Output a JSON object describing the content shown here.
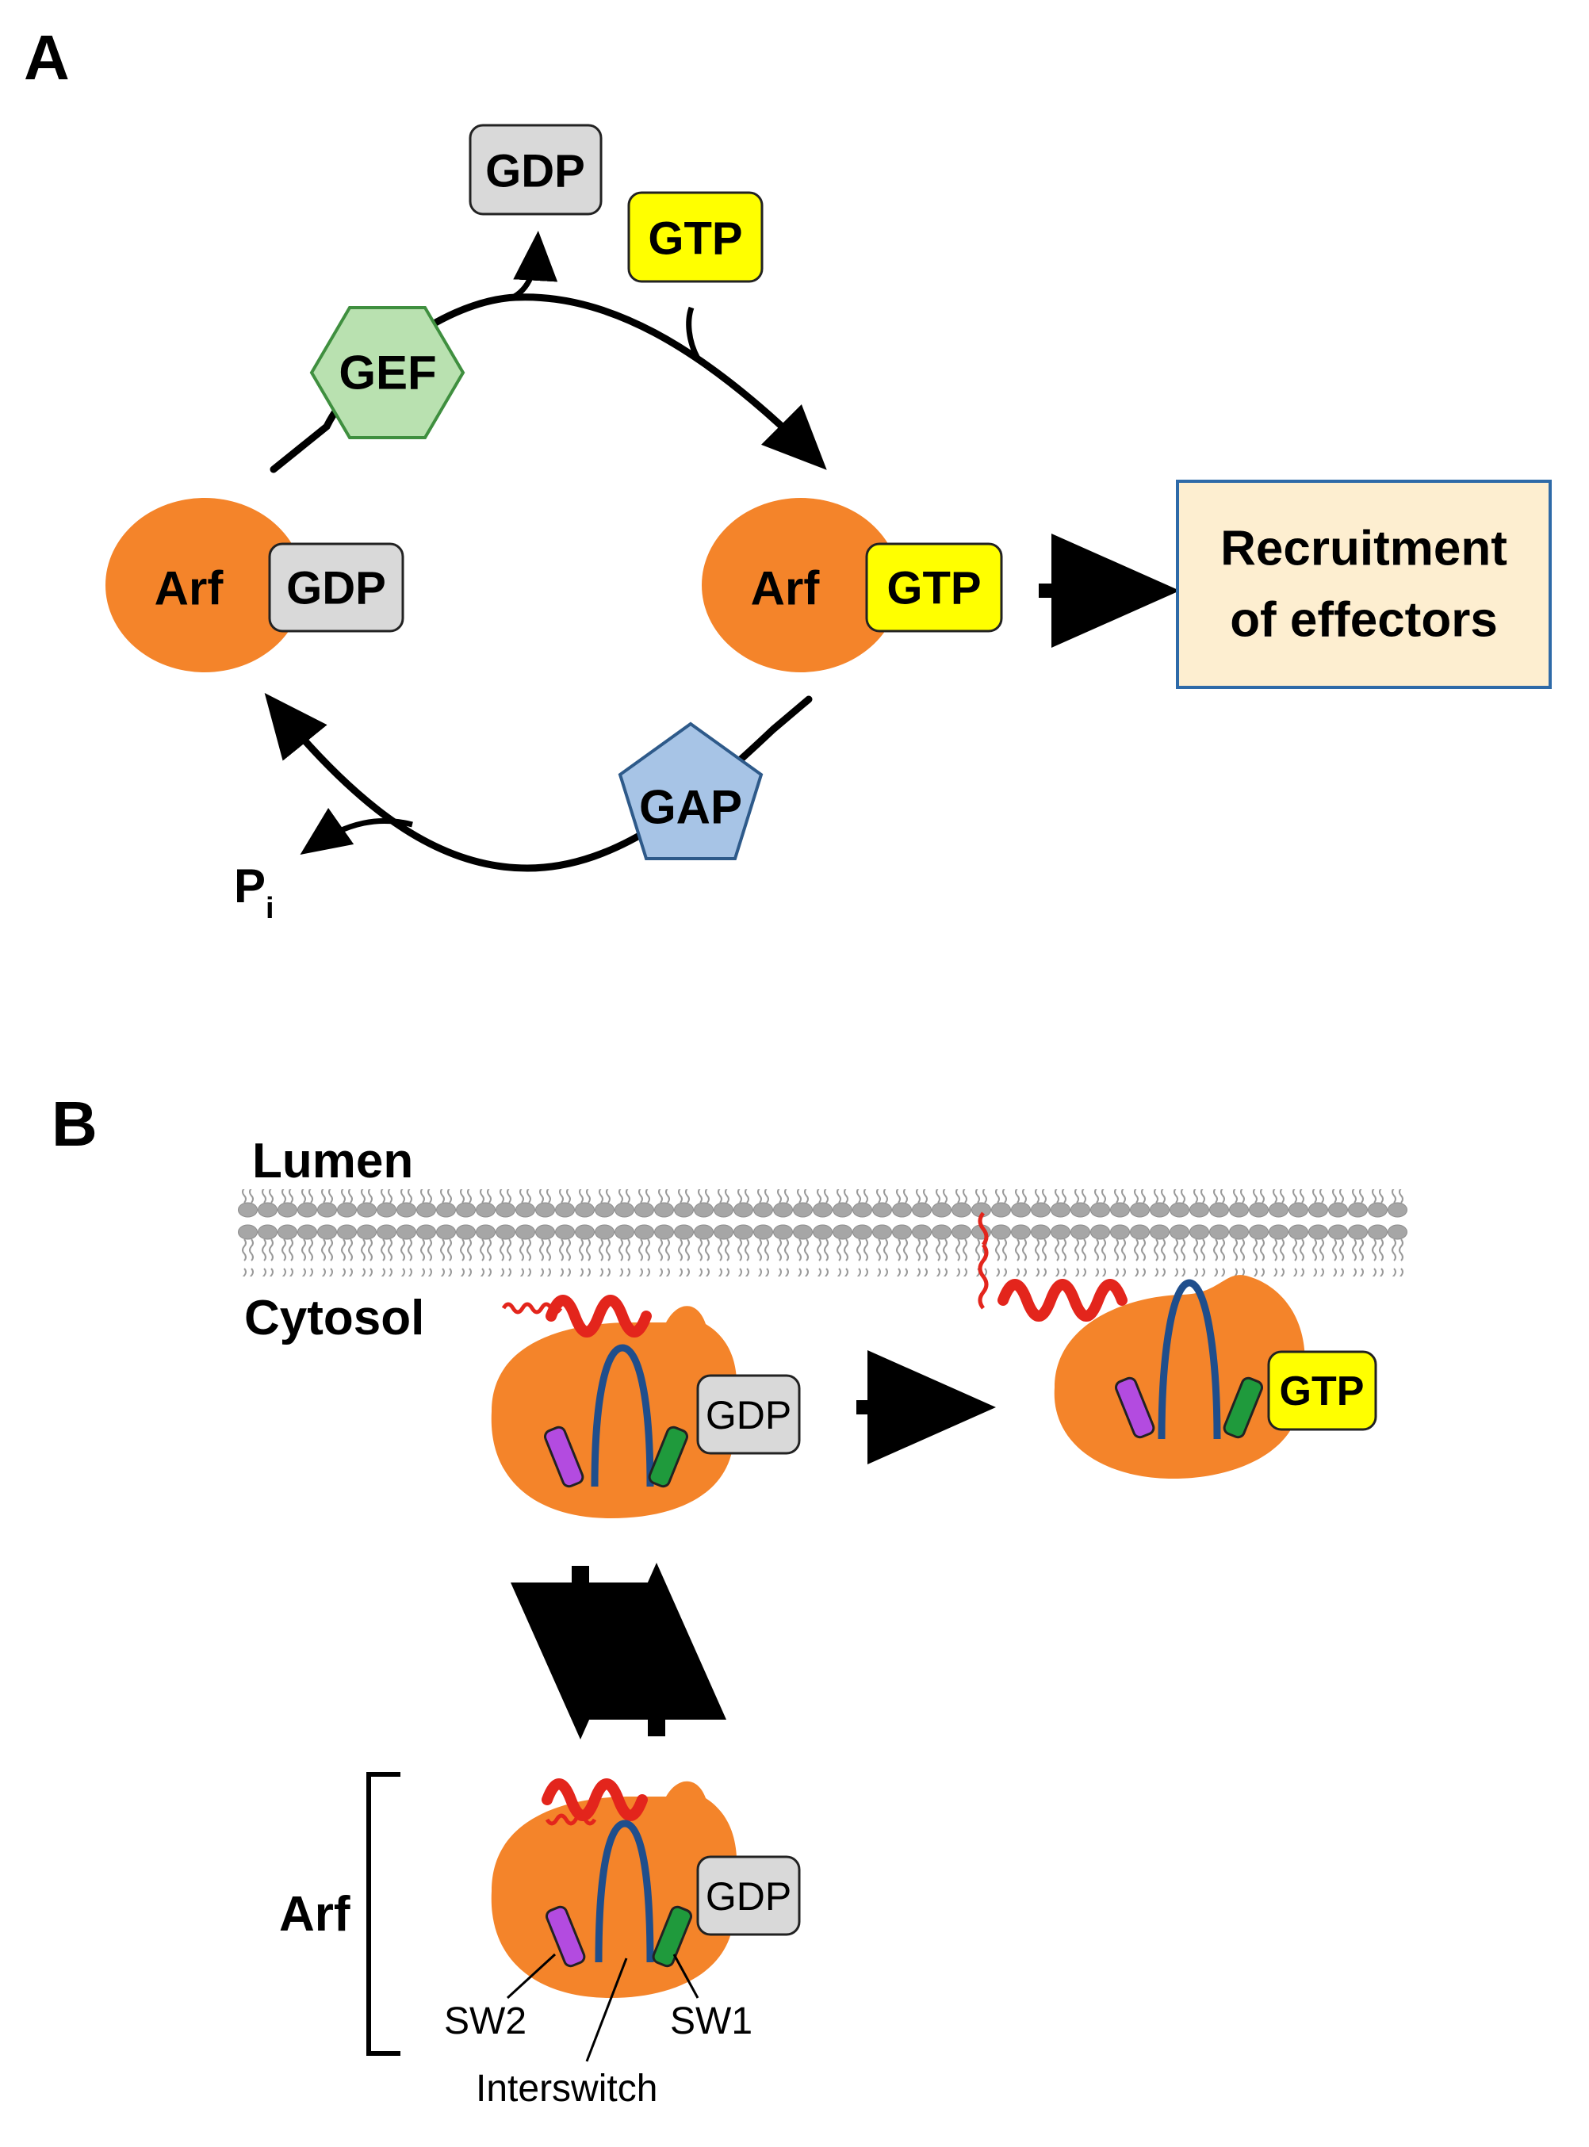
{
  "panel_a": {
    "letter": "A",
    "gdp_released": "GDP",
    "gtp_incoming": "GTP",
    "gef": "GEF",
    "gap": "GAP",
    "arf_left": "Arf",
    "gdp_left": "GDP",
    "arf_right": "Arf",
    "gtp_right": "GTP",
    "pi_main": "P",
    "pi_sub": "i",
    "effectors_line1": "Recruitment",
    "effectors_line2": "of effectors"
  },
  "panel_b": {
    "letter": "B",
    "lumen": "Lumen",
    "cytosol": "Cytosol",
    "gdp_top": "GDP",
    "gtp_membrane": "GTP",
    "gdp_bottom": "GDP",
    "arf_bracket": "Arf",
    "sw2": "SW2",
    "sw1": "SW1",
    "interswitch": "Interswitch"
  },
  "colors": {
    "arf_orange": "#f4842a",
    "gdp_gray": "#d9d9d9",
    "gtp_yellow": "#ffff00",
    "gef_green": "#b9e1b0",
    "gap_blue": "#a7c4e6",
    "effector_fill": "#fdeed0",
    "effector_border": "#2e6aa8",
    "helix_red": "#e3251c",
    "interswitch_blue": "#1f4e8c",
    "sw2_purple": "#b34be0",
    "sw1_green": "#1f9a3c",
    "membrane_gray": "#a6a6a6"
  },
  "icons": [
    "gef-hexagon-icon",
    "gap-pentagon-icon",
    "membrane-bilayer-icon",
    "amphipathic-helix-icon",
    "switch-cylinder-icon",
    "interswitch-hairpin-icon"
  ]
}
